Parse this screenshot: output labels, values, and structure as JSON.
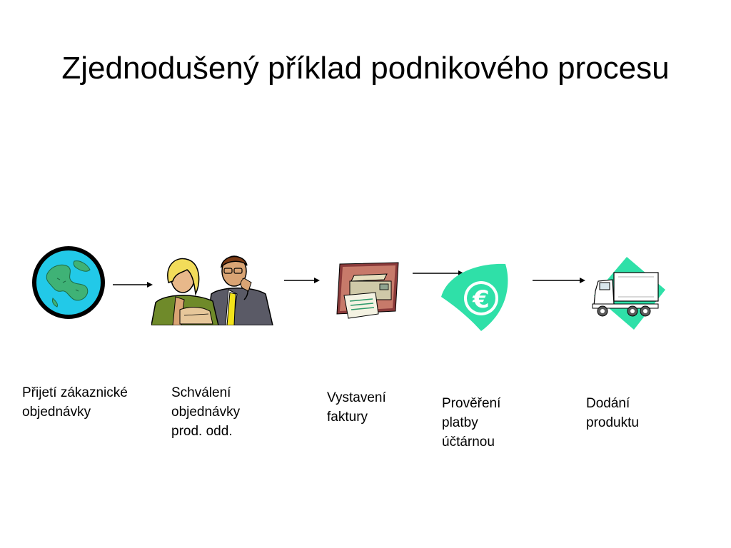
{
  "title": "Zjednodušený příklad podnikového procesu",
  "steps": [
    {
      "icon": "globe-icon",
      "lines": [
        "Přijetí zákaznické",
        "objednávky"
      ]
    },
    {
      "icon": "business-people-icon",
      "lines": [
        "Schválení",
        "objednávky",
        "prod. odd."
      ]
    },
    {
      "icon": "printer-icon",
      "lines": [
        "Vystavení",
        "faktury"
      ]
    },
    {
      "icon": "euro-icon",
      "lines": [
        "Prověření",
        "platby",
        "účtárnou"
      ]
    },
    {
      "icon": "delivery-truck-icon",
      "lines": [
        "Dodání",
        "produktu"
      ]
    }
  ],
  "colors": {
    "ocean": "#22c9e8",
    "land": "#3fb276",
    "euro": "#2fe0a8",
    "truck_bg": "#2fe0a8"
  }
}
